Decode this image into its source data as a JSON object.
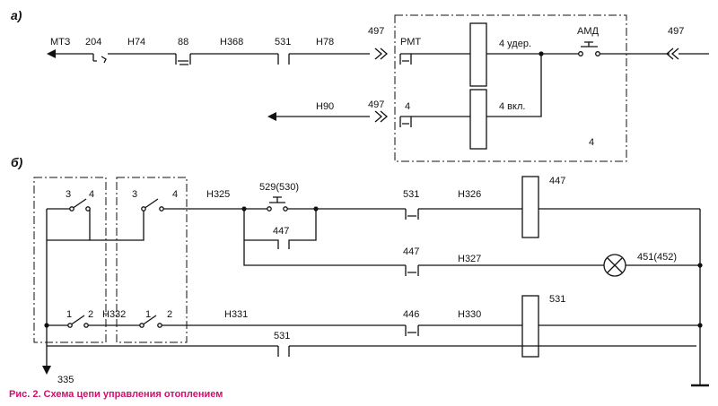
{
  "section_a": "а)",
  "section_b": "б)",
  "caption": "Рис. 2. Схема цепи управления отоплением",
  "accent_color": "#d0106e",
  "labels_a": {
    "mtz": "МТЗ",
    "n204": "204",
    "h74": "Н74",
    "n88": "88",
    "h368": "Н368",
    "n531": "531",
    "h78": "Н78",
    "n497_top": "497",
    "rmt": "РМТ",
    "hold": "4 удер.",
    "amd": "АМД",
    "n497_right": "497",
    "h90": "Н90",
    "n497_mid": "497",
    "n4": "4",
    "on": "4 вкл.",
    "box4": "4"
  },
  "labels_b": {
    "s1_3": "3",
    "s1_4": "4",
    "s2_3": "3",
    "s2_4": "4",
    "h325": "Н325",
    "n529": "529(530)",
    "n531a": "531",
    "h326": "Н326",
    "n447a": "447",
    "n447b": "447",
    "n447c": "447",
    "h327": "Н327",
    "n451": "451(452)",
    "s3_1": "1",
    "s3_2": "2",
    "h332": "Н332",
    "s4_1": "1",
    "s4_2": "2",
    "h331": "Н331",
    "n446": "446",
    "h330": "Н330",
    "n531b": "531",
    "n531c": "531",
    "n335": "335"
  }
}
